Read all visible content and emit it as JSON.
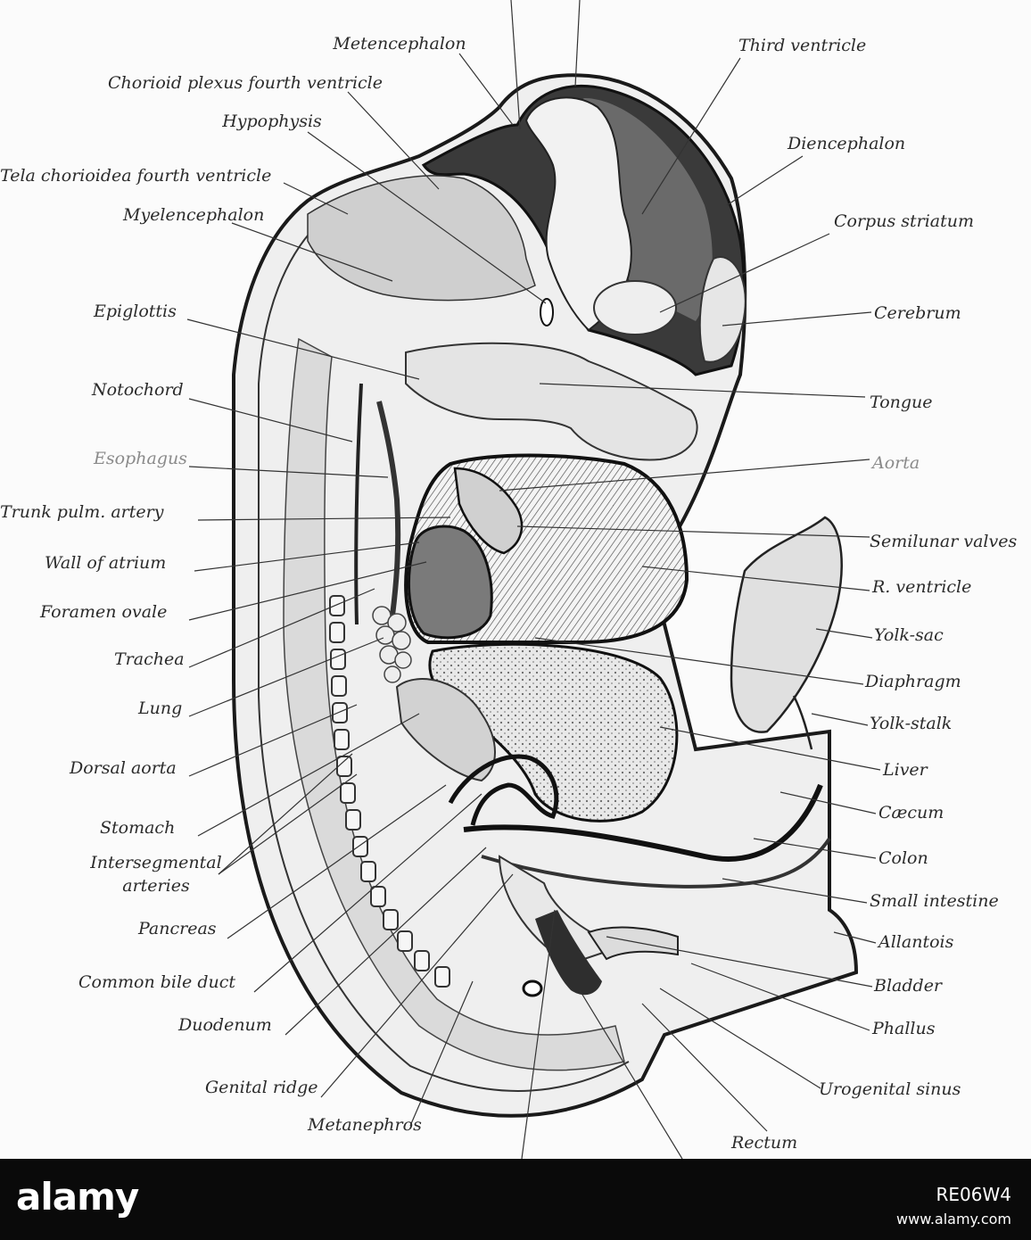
{
  "figure": {
    "labels": {
      "metencephalon": "Metencephalon",
      "chorioid_plexus": "Chorioid plexus fourth ventricle",
      "hypophysis": "Hypophysis",
      "tela_chorioidea": "Tela chorioidea fourth ventricle",
      "myelencephalon": "Myelencephalon",
      "epiglottis": "Epiglottis",
      "notochord": "Notochord",
      "esophagus": "Esophagus",
      "trunk_pulm_artery": "Trunk pulm. artery",
      "wall_of_atrium": "Wall of atrium",
      "foramen_ovale": "Foramen ovale",
      "trachea": "Trachea",
      "lung": "Lung",
      "dorsal_aorta": "Dorsal aorta",
      "stomach": "Stomach",
      "intersegmental_line1": "Intersegmental",
      "intersegmental_line2": "arteries",
      "pancreas": "Pancreas",
      "common_bile_duct": "Common bile duct",
      "duodenum": "Duodenum",
      "genital_ridge": "Genital ridge",
      "metanephros": "Metanephros",
      "third_ventricle": "Third ventricle",
      "diencephalon": "Diencephalon",
      "corpus_striatum": "Corpus striatum",
      "cerebrum": "Cerebrum",
      "tongue": "Tongue",
      "aorta": "Aorta",
      "semilunar_valves": "Semilunar valves",
      "r_ventricle": "R. ventricle",
      "yolk_sac": "Yolk-sac",
      "diaphragm": "Diaphragm",
      "yolk_stalk": "Yolk-stalk",
      "liver": "Liver",
      "caecum": "Cæcum",
      "colon": "Colon",
      "small_intestine": "Small intestine",
      "allantois": "Allantois",
      "bladder": "Bladder",
      "phallus": "Phallus",
      "urogenital_sinus": "Urogenital sinus",
      "rectum": "Rectum"
    }
  },
  "footer": {
    "brand": "alamy",
    "stock_id": "RE06W4",
    "web_address": "www.alamy.com"
  },
  "colors": {
    "page_background": "#fbfbfb",
    "footer_background": "#0a0a0a",
    "footer_text": "#ffffff",
    "label_text": "#2b2b2b"
  }
}
